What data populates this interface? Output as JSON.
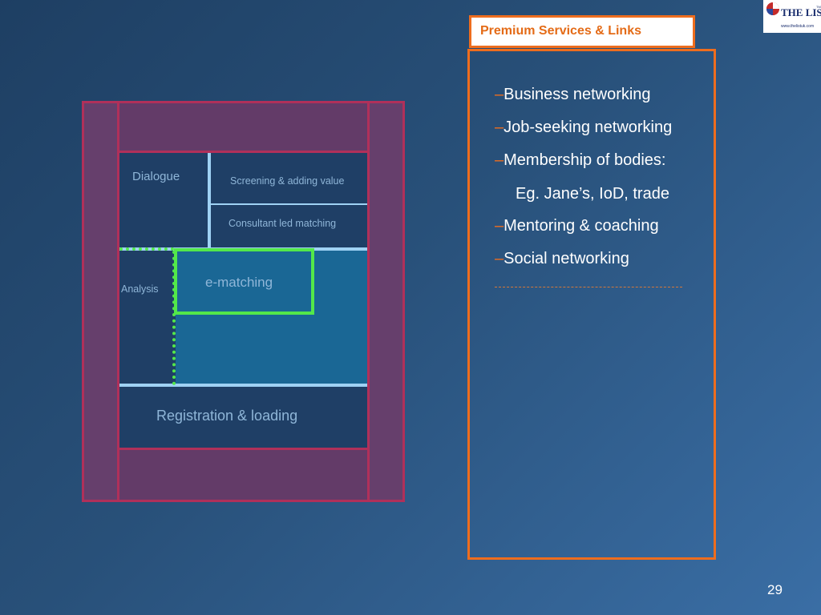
{
  "diagram": {
    "dialogue": "Dialogue",
    "screening": "Screening & adding value",
    "consultant": "Consultant led matching",
    "analysis": "Analysis",
    "ematching": "e-matching",
    "registration": "Registration & loading"
  },
  "panel": {
    "title": "Premium Services & Links",
    "dash": "–",
    "items": [
      "Business networking",
      "Job-seeking networking",
      "Membership of bodies:",
      "Mentoring & coaching",
      "Social networking"
    ],
    "sub_item": "Eg.  Jane’s, IoD, trade"
  },
  "logo": {
    "title": "THE LIST",
    "tm": "TM",
    "url": "www.thelistuk.com"
  },
  "page_number": "29",
  "colors": {
    "frame": "#b0305a",
    "highlight_green": "#53e84a",
    "accent_orange": "#ee6d1e"
  }
}
